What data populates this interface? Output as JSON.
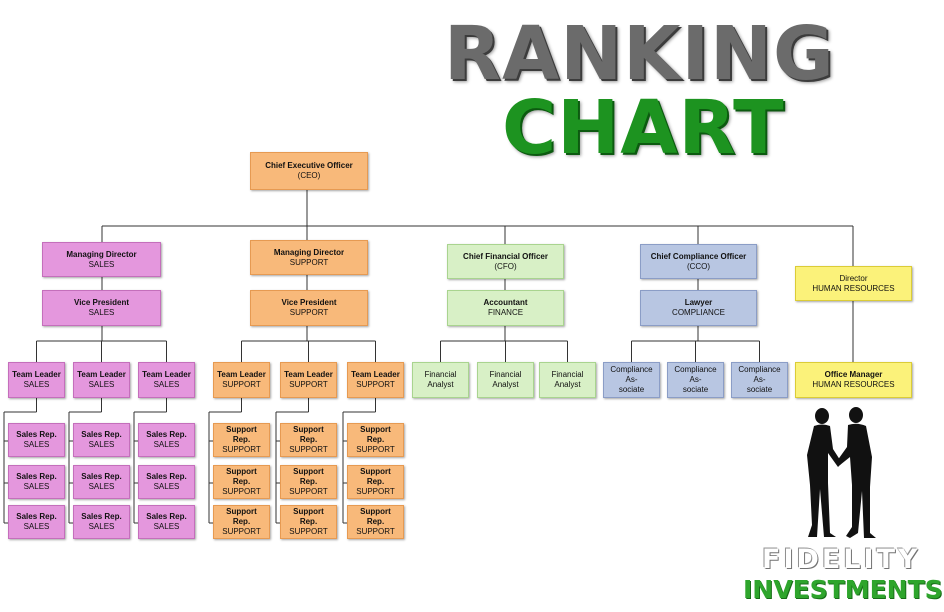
{
  "header": {
    "title_line1": "RANKING",
    "title_line2": "CHART"
  },
  "brand": {
    "line1": "FIDELITY",
    "line2": "INVESTMENTS"
  },
  "colors": {
    "orange": "#f8b97a",
    "orange_border": "#e69a52",
    "pink": "#e497dd",
    "pink_border": "#c46fbb",
    "green": "#d8f0c6",
    "green_border": "#a9d48f",
    "blue": "#b8c6e2",
    "blue_border": "#8b9dc6",
    "yellow": "#fbf27a",
    "yellow_border": "#dbcc37",
    "title_gray": "#6b6b6b",
    "title_green": "#1d9320"
  },
  "org": {
    "ceo": {
      "title": "Chief Executive Officer",
      "sub": "(CEO)"
    },
    "sales": {
      "head": {
        "title": "Managing Director",
        "sub": "SALES"
      },
      "vp": {
        "title": "Vice President",
        "sub": "SALES"
      },
      "leader": {
        "title": "Team Leader",
        "sub": "SALES"
      },
      "rep": {
        "title": "Sales Rep.",
        "sub": "SALES"
      }
    },
    "support": {
      "head": {
        "title": "Managing Director",
        "sub": "SUPPORT"
      },
      "vp": {
        "title": "Vice President",
        "sub": "SUPPORT"
      },
      "leader": {
        "title": "Team Leader",
        "sub": "SUPPORT"
      },
      "rep": {
        "title": "Support Rep.",
        "sub": "SUPPORT"
      }
    },
    "finance": {
      "head": {
        "title": "Chief Financial Officer",
        "sub": "(CFO)"
      },
      "mid": {
        "title": "Accountant",
        "sub": "FINANCE"
      },
      "leaf": {
        "title": "Financial",
        "sub": "Analyst"
      }
    },
    "compliance": {
      "head": {
        "title": "Chief Compliance Officer",
        "sub": "(CCO)"
      },
      "mid": {
        "title": "Lawyer",
        "sub": "COMPLIANCE"
      },
      "leaf": {
        "title": "Compliance As-",
        "sub": "sociate"
      }
    },
    "hr": {
      "head": {
        "title": "Director",
        "sub": "HUMAN RESOURCES"
      },
      "mid": {
        "title": "Office Manager",
        "sub": "HUMAN RESOURCES"
      }
    }
  }
}
